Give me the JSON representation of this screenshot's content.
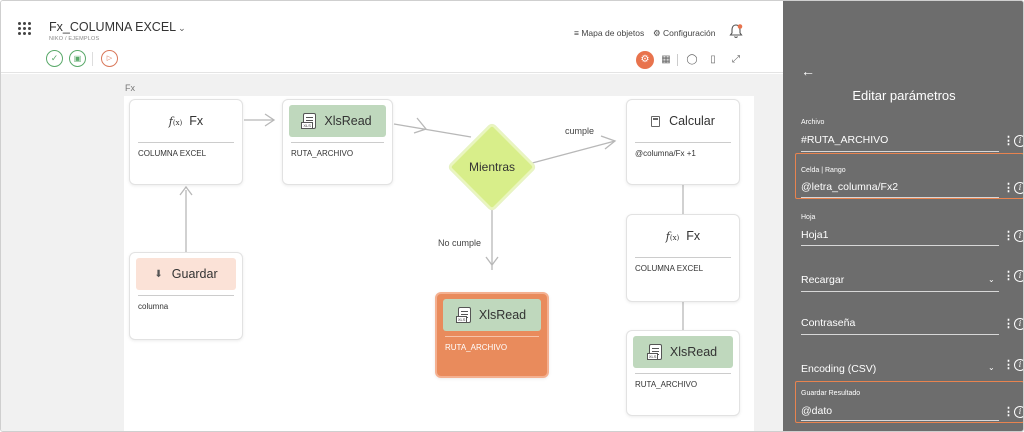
{
  "header": {
    "title": "Fx_COLUMNA EXCEL",
    "breadcrumb": "NIKO / EJEMPLOS",
    "map_link": "Mapa de objetos",
    "config_link": "Configuración"
  },
  "canvas": {
    "label": "Fx"
  },
  "nodes": {
    "fx1": {
      "title": "Fx",
      "param": "COLUMNA EXCEL"
    },
    "xls1": {
      "title": "XlsRead",
      "param": "RUTA_ARCHIVO"
    },
    "calc": {
      "title": "Calcular",
      "param": "@columna/Fx +1"
    },
    "guardar": {
      "title": "Guardar",
      "param": "columna"
    },
    "fx2": {
      "title": "Fx",
      "param": "COLUMNA EXCEL"
    },
    "xls2": {
      "title": "XlsRead",
      "param": "RUTA_ARCHIVO"
    },
    "xls3": {
      "title": "XlsRead",
      "param": "RUTA_ARCHIVO"
    },
    "mientras": {
      "title": "Mientras"
    }
  },
  "edges": {
    "cumple": "cumple",
    "no_cumple": "No cumple"
  },
  "panel": {
    "title": "Editar parámetros",
    "fields": [
      {
        "label": "Archivo",
        "value": "#RUTA_ARCHIVO"
      },
      {
        "label": "Celda | Rango",
        "value": "@letra_columna/Fx2"
      },
      {
        "label": "Hoja",
        "value": "Hoja1"
      },
      {
        "label": "",
        "value": "Recargar"
      },
      {
        "label": "",
        "value": "Contraseña"
      },
      {
        "label": "",
        "value": "Encoding (CSV)"
      },
      {
        "label": "Guardar Resultado",
        "value": "@dato"
      }
    ]
  },
  "colors": {
    "accent": "#e8734d",
    "panel_bg": "#6d6d6d",
    "xls_header": "#bfd8bd",
    "decision": "#d8ee8a",
    "active_node": "#e98b5c",
    "success": "#5aa96a"
  }
}
